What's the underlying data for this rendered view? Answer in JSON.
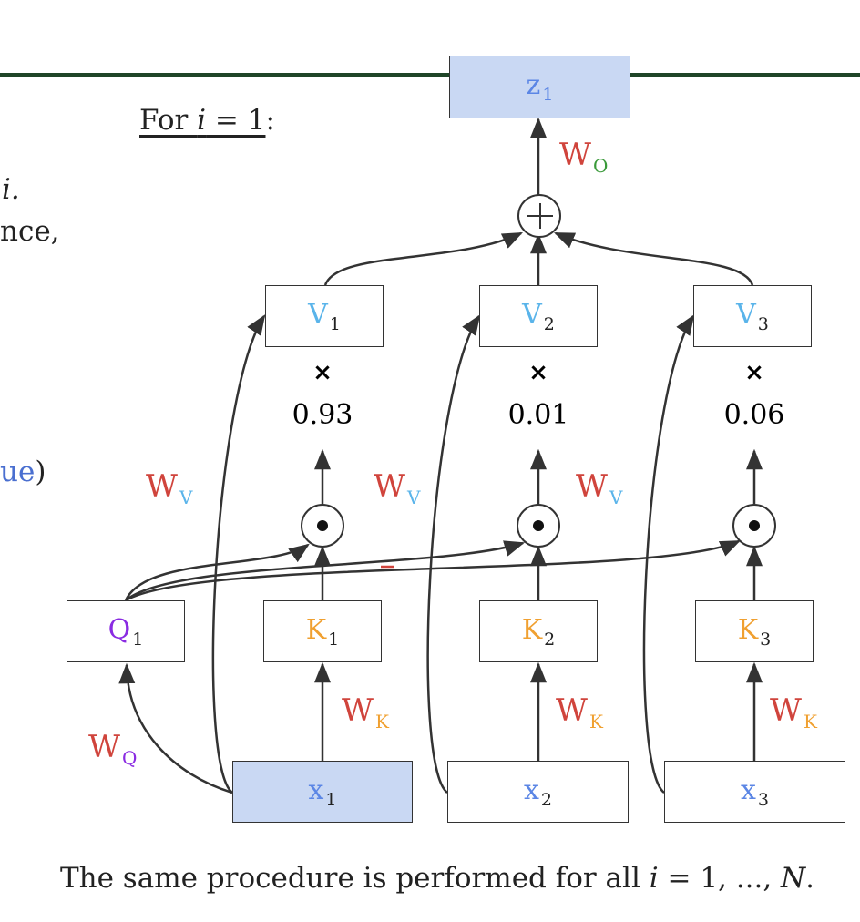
{
  "colors": {
    "z": "#5b86e5",
    "v": "#5ab4ea",
    "k": "#f0a030",
    "q": "#8a2be2",
    "w": "#d0443c",
    "o": "#3a9a3a",
    "value_blue": "#4a6fd0",
    "rule": "#1f4528",
    "highlight": "#c9d8f3"
  },
  "header": {
    "for_prefix": "For ",
    "for_var": "i",
    "for_rest": " = 1",
    "for_colon": ":"
  },
  "left_fragments": {
    "line1": "i.",
    "line2": "nce,",
    "line3_colored": "ue",
    "line3_paren": ")"
  },
  "output": {
    "base": "z",
    "sub": "1"
  },
  "wo": {
    "base": "W",
    "sub": "O"
  },
  "query": {
    "base": "Q",
    "sub": "1"
  },
  "wq": {
    "base": "W",
    "sub": "Q"
  },
  "columns": [
    {
      "v": {
        "base": "V",
        "sub": "1"
      },
      "k": {
        "base": "K",
        "sub": "1"
      },
      "x": {
        "base": "x",
        "sub": "1"
      },
      "weight": "0.93",
      "wv": {
        "base": "W",
        "sub": "V"
      },
      "wk": {
        "base": "W",
        "sub": "K"
      }
    },
    {
      "v": {
        "base": "V",
        "sub": "2"
      },
      "k": {
        "base": "K",
        "sub": "2"
      },
      "x": {
        "base": "x",
        "sub": "2"
      },
      "weight": "0.01",
      "wv": {
        "base": "W",
        "sub": "V"
      },
      "wk": {
        "base": "W",
        "sub": "K"
      }
    },
    {
      "v": {
        "base": "V",
        "sub": "3"
      },
      "k": {
        "base": "K",
        "sub": "3"
      },
      "x": {
        "base": "x",
        "sub": "3"
      },
      "weight": "0.06",
      "wv": {
        "base": "W",
        "sub": "V"
      },
      "wk": {
        "base": "W",
        "sub": "K"
      }
    }
  ],
  "times_symbol": "×",
  "footer": {
    "prefix": "The same procedure is performed for all ",
    "var": "i",
    "suffix": " = 1, ..., ",
    "n": "N",
    "end": "."
  }
}
